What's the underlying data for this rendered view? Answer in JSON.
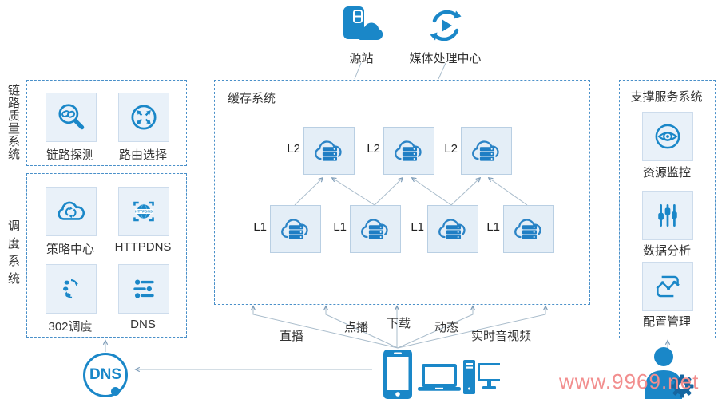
{
  "colors": {
    "primary": "#1a87c8",
    "watermark": "#f28e8e",
    "line": "#a9bccb"
  },
  "top_nodes": {
    "origin": {
      "label": "源站",
      "icon": "origin-server-cloud-icon"
    },
    "media": {
      "label": "媒体处理中心",
      "icon": "media-processing-icon"
    }
  },
  "left_panels": [
    {
      "title": "链路质量系统",
      "tiles": [
        {
          "label": "链路探测",
          "icon": "link-probe-icon"
        },
        {
          "label": "路由选择",
          "icon": "route-select-icon"
        }
      ]
    },
    {
      "title": "调度系统",
      "tiles": [
        {
          "label": "策略中心",
          "icon": "policy-center-icon"
        },
        {
          "label": "HTTPDNS",
          "icon": "httpdns-icon"
        },
        {
          "label": "302调度",
          "icon": "dispatch-302-icon"
        },
        {
          "label": "DNS",
          "icon": "dns-sliders-icon"
        }
      ]
    }
  ],
  "cache_system": {
    "title": "缓存系统",
    "l2_label": "L2",
    "l1_label": "L1",
    "node_icon": "cloud-server-icon",
    "l2_count": 3,
    "l1_count": 4
  },
  "support_panel": {
    "title": "支撑服务系统",
    "tiles": [
      {
        "label": "资源监控",
        "icon": "resource-monitor-icon"
      },
      {
        "label": "数据分析",
        "icon": "data-analysis-icon"
      },
      {
        "label": "配置管理",
        "icon": "config-management-icon"
      }
    ]
  },
  "access_labels": {
    "live": "直播",
    "vod": "点播",
    "download": "下载",
    "dynamic": "动态",
    "rtav": "实时音视频"
  },
  "dns_node": {
    "label": "DNS"
  },
  "icon_texts": {
    "httpdns": "HTTPDNS"
  },
  "clients": {
    "icons": [
      "smartphone-icon",
      "laptop-icon",
      "desktop-icon"
    ]
  },
  "admin": {
    "icon": "admin-gear-icon"
  },
  "watermark": "www.9969.net"
}
